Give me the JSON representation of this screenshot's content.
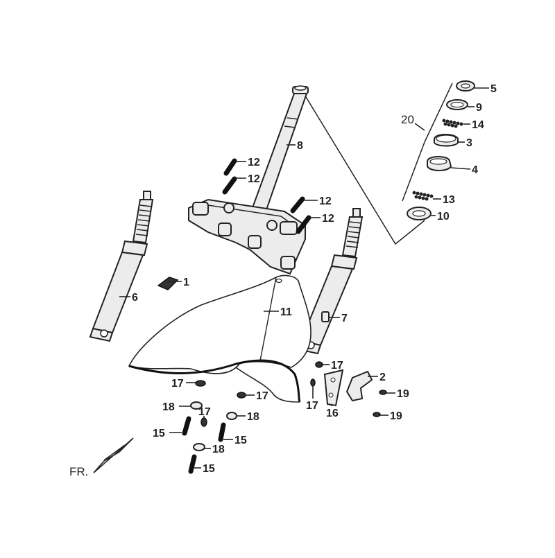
{
  "diagram": {
    "fr_label": "FR.",
    "set_label": "20",
    "part_labels": {
      "p1": "1",
      "p2": "2",
      "p3": "3",
      "p4": "4",
      "p5": "5",
      "p6": "6",
      "p7": "7",
      "p8": "8",
      "p9": "9",
      "p10": "10",
      "p11": "11",
      "p12a": "12",
      "p12b": "12",
      "p12c": "12",
      "p12d": "12",
      "p13": "13",
      "p14": "14",
      "p15a": "15",
      "p15b": "15",
      "p15c": "15",
      "p16": "16",
      "p17a": "17",
      "p17b": "17",
      "p17c": "17",
      "p17d": "17",
      "p17e": "17",
      "p18a": "18",
      "p18b": "18",
      "p18c": "18",
      "p19a": "19",
      "p19b": "19"
    }
  }
}
